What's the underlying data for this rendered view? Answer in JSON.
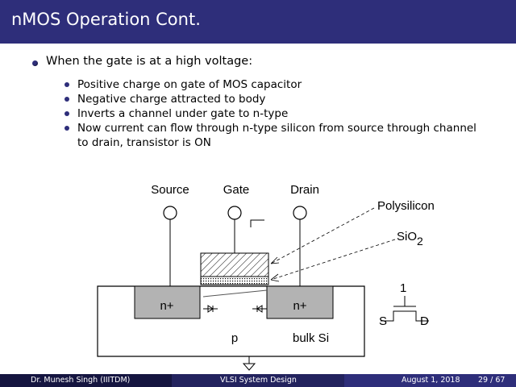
{
  "slide": {
    "title": "nMOS Operation Cont.",
    "main_bullet": "When the gate is at a high voltage:",
    "sub_bullets": [
      "Positive charge on gate of MOS capacitor",
      "Negative charge attracted to body",
      "Inverts a channel under gate to n-type",
      "Now current can flow through n-type silicon from source through channel to drain, transistor is ON"
    ]
  },
  "diagram": {
    "source_label": "Source",
    "gate_label": "Gate",
    "drain_label": "Drain",
    "polysilicon_label": "Polysilicon",
    "sio2_label_main": "SiO",
    "sio2_label_sub": "2",
    "n_plus_left": "n+",
    "n_plus_right": "n+",
    "p_label": "p",
    "bulk_label": "bulk Si",
    "symbol_gate_value": "1",
    "symbol_s": "S",
    "symbol_d": "D"
  },
  "footer": {
    "author": "Dr. Munesh Singh (IIITDM)",
    "course": "VLSI System Design",
    "date": "August 1, 2018",
    "page": "29 / 67"
  },
  "colors": {
    "title_bar": "#2e2e7a",
    "footer_dark": "#151540",
    "footer_mid": "#23235e",
    "n_plus_fill": "#b3b3b3"
  }
}
